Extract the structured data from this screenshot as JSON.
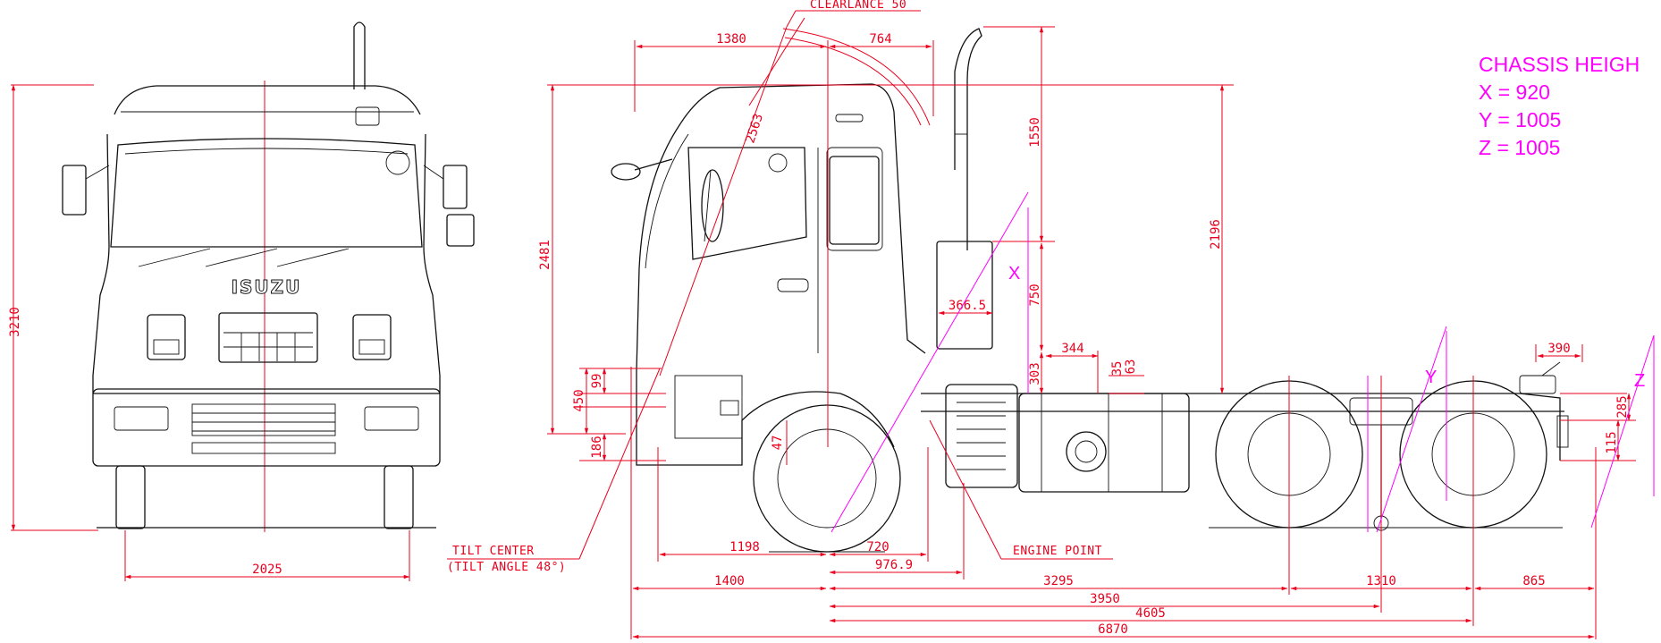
{
  "chassis_heights": {
    "title": "CHASSIS HEIGH",
    "x": "X = 920",
    "y": "Y = 1005",
    "z": "Z = 1005"
  },
  "markers": {
    "x": "X",
    "y": "Y",
    "z": "Z"
  },
  "front_view": {
    "brand": "ISUZU",
    "height": "3210",
    "width": "2025"
  },
  "side_view": {
    "clearance": "CLEARLANCE 50",
    "tilt_center": "TILT CENTER",
    "tilt_angle": "(TILT ANGLE 48°)",
    "engine_point": "ENGINE POINT",
    "dims": {
      "d1380": "1380",
      "d764": "764",
      "d2563": "2563",
      "d1550": "1550",
      "d2481": "2481",
      "d2196": "2196",
      "d750": "750",
      "d366": "366.5",
      "d344": "344",
      "d303": "303",
      "d35": "35",
      "d63": "63",
      "d99": "99",
      "d450": "450",
      "d186": "186",
      "d47": "47",
      "d390": "390",
      "d285": "285",
      "d115": "115",
      "d1198": "1198",
      "d720": "720",
      "d976": "976.9",
      "d1400": "1400",
      "d3295": "3295",
      "d1310": "1310",
      "d865": "865",
      "d3950": "3950",
      "d4605": "4605",
      "d6870": "6870"
    }
  },
  "colors": {
    "dimension": "#e8001c",
    "highlight": "#ff00ff",
    "linework": "#111111"
  }
}
